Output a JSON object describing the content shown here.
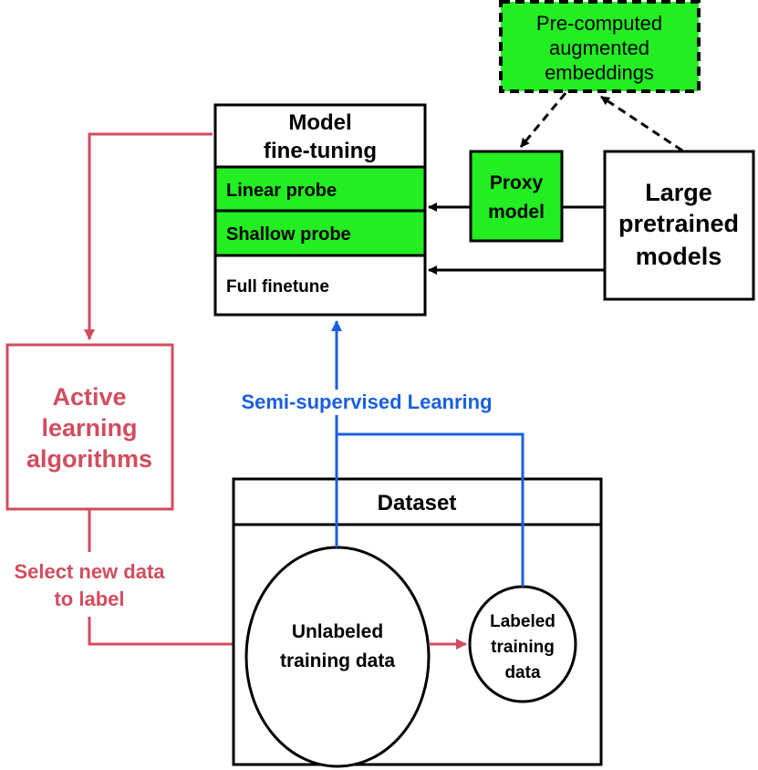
{
  "colors": {
    "green": "#22ee22",
    "red": "#d14d5e",
    "blue": "#1a5fe0",
    "black": "#000000"
  },
  "precomputed": {
    "line1": "Pre-computed",
    "line2": "augmented",
    "line3": "embeddings"
  },
  "finetuning": {
    "title_line1": "Model",
    "title_line2": "fine-tuning",
    "linear_probe": "Linear probe",
    "shallow_probe": "Shallow probe",
    "full_finetune": "Full finetune"
  },
  "proxy": {
    "line1": "Proxy",
    "line2": "model"
  },
  "pretrained": {
    "line1": "Large",
    "line2": "pretrained",
    "line3": "models"
  },
  "active_learning": {
    "line1": "Active",
    "line2": "learning",
    "line3": "algorithms"
  },
  "semi_supervised": "Semi-supervised Leanring",
  "select_data": {
    "line1": "Select new data",
    "line2": "to label"
  },
  "dataset": {
    "title": "Dataset",
    "unlabeled_line1": "Unlabeled",
    "unlabeled_line2": "training data",
    "labeled_line1": "Labeled",
    "labeled_line2": "training",
    "labeled_line3": "data"
  }
}
